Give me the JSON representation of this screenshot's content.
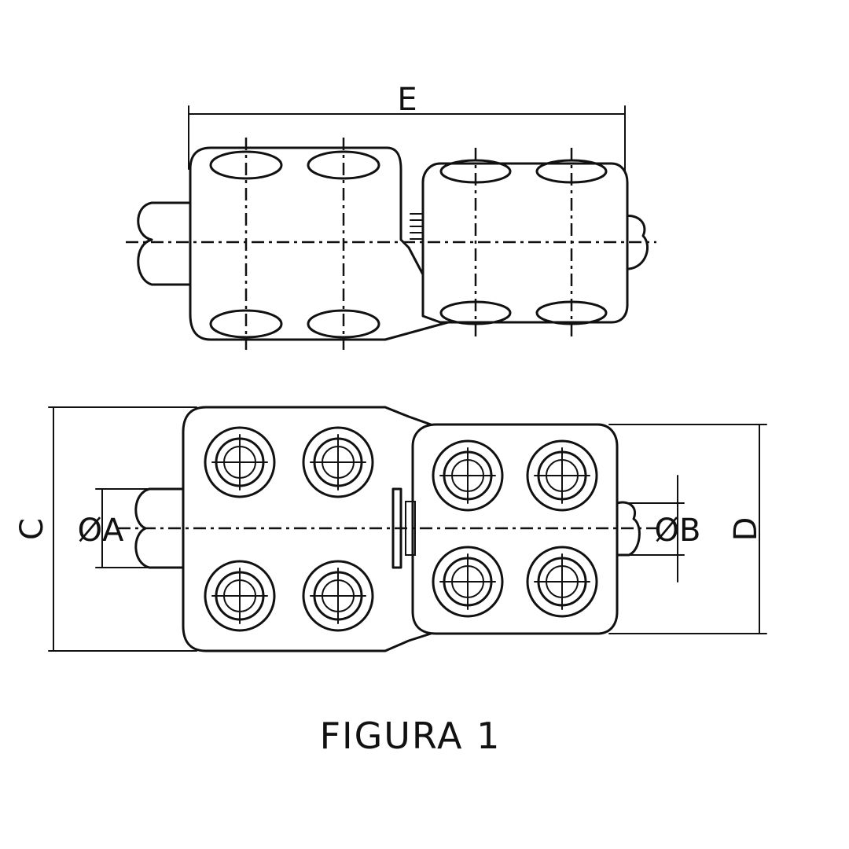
{
  "figure": {
    "caption": "FIGURA 1",
    "dimensions": {
      "length_label": "E",
      "height_left_label": "C",
      "height_right_label": "D",
      "diameter_a_label": "ØA",
      "diameter_b_label": "ØB"
    },
    "views": [
      "side-view",
      "top-view"
    ],
    "bolts_per_side": 4
  }
}
